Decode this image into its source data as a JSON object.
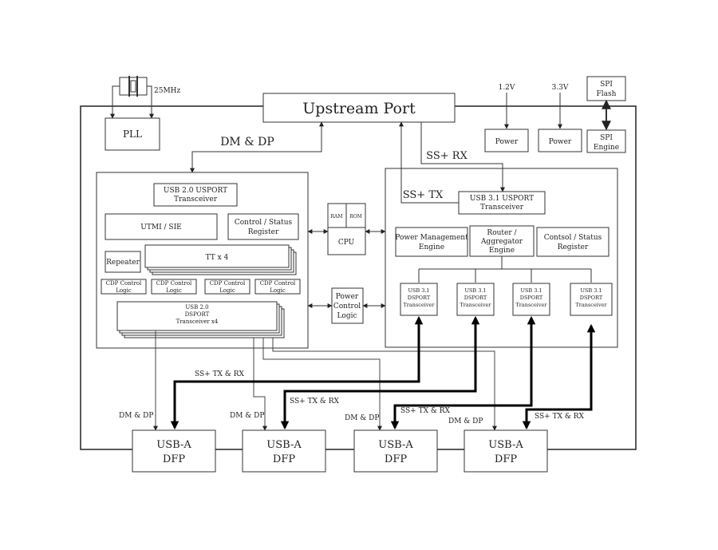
{
  "clock": {
    "freq": "25MHz"
  },
  "pll": {
    "label": "PLL"
  },
  "upstream_port": {
    "label": "Upstream Port"
  },
  "supplies": {
    "v12": "1.2V",
    "v33": "3.3V"
  },
  "power_blocks": {
    "power1": "Power",
    "power2": "Power"
  },
  "spi": {
    "flash": [
      "SPI",
      "Flash"
    ],
    "engine": [
      "SPI",
      "Engine"
    ]
  },
  "signals": {
    "dm_dp_top": "DM & DP",
    "ss_rx": "SS+ RX",
    "ss_tx": "SS+ TX"
  },
  "usb20": {
    "usport": [
      "USB 2.0 USPORT",
      "Transceiver"
    ],
    "utmi": "UTMI / SIE",
    "ctrl_status": [
      "Control / Status",
      "Register"
    ],
    "repeater": "Repeater",
    "tt": "TT x 4",
    "cdp": [
      [
        "CDP Control",
        "Logic"
      ],
      [
        "CDP Control",
        "Logic"
      ],
      [
        "CDP Control",
        "Logic"
      ],
      [
        "CDP Control",
        "Logic"
      ]
    ],
    "dsport": [
      "USB 2.0",
      "DSPORT",
      "Transceiver x4"
    ]
  },
  "cpu": {
    "ram": "RAM",
    "rom": "ROM",
    "label": "CPU"
  },
  "power_ctrl": [
    "Power",
    "Control",
    "Logic"
  ],
  "usb31": {
    "usport": [
      "USB 3.1 USPORT",
      "Transceiver"
    ],
    "pme": [
      "Power Management",
      "Engine"
    ],
    "router": [
      "Router /",
      "Aggregator",
      "Engine"
    ],
    "ctrl_status": [
      "Contsol / Status",
      "Register"
    ],
    "dsports": [
      [
        "USB 3.1",
        "DSPORT",
        "Transceiver"
      ],
      [
        "USB 3.1",
        "DSPORT",
        "Transceiver"
      ],
      [
        "USB 3.1",
        "DSPORT",
        "Transceiver"
      ],
      [
        "USB 3.1",
        "DSPORT",
        "Transceiver"
      ]
    ]
  },
  "bottom_labels": {
    "ss_txrx_1": "SS+ TX & RX",
    "ss_txrx_2": "SS+ TX & RX",
    "ss_txrx_3": "SS+ TX & RX",
    "ss_txrx_4": "SS+ TX & RX",
    "dmdp_1": "DM & DP",
    "dmdp_2": "DM & DP",
    "dmdp_3": "DM & DP",
    "dmdp_4": "DM & DP"
  },
  "dfp": [
    [
      "USB-A",
      "DFP"
    ],
    [
      "USB-A",
      "DFP"
    ],
    [
      "USB-A",
      "DFP"
    ],
    [
      "USB-A",
      "DFP"
    ]
  ]
}
